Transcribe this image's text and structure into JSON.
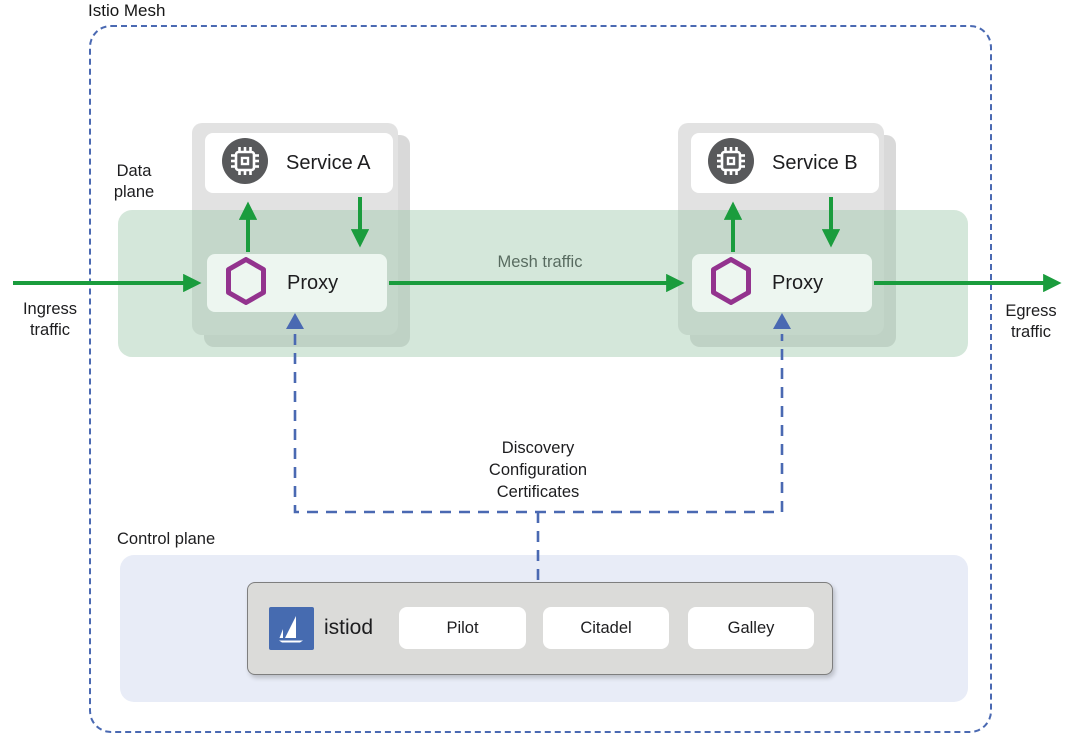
{
  "title": "Istio Mesh",
  "labels": {
    "data_plane": [
      "Data",
      "plane"
    ],
    "control_plane": "Control plane",
    "ingress": [
      "Ingress",
      "traffic"
    ],
    "egress": [
      "Egress",
      "traffic"
    ],
    "mesh_traffic": "Mesh traffic",
    "control_channel": [
      "Discovery",
      "Configuration",
      "Certificates"
    ]
  },
  "pods": [
    {
      "service_label": "Service A",
      "proxy_label": "Proxy",
      "service_icon": "chip-icon",
      "proxy_icon": "envoy-hexagon-icon"
    },
    {
      "service_label": "Service B",
      "proxy_label": "Proxy",
      "service_icon": "chip-icon",
      "proxy_icon": "envoy-hexagon-icon"
    }
  ],
  "istiod": {
    "label": "istiod",
    "icon": "istio-logo-icon",
    "components": [
      "Pilot",
      "Citadel",
      "Galley"
    ]
  },
  "colors": {
    "traffic_arrow_green": "#1a9c3d",
    "control_dashed_blue": "#4a69b2",
    "envoy_purple": "#93338e",
    "istio_brand_blue": "#466bb0",
    "data_plane_band": "#d3e7da",
    "control_plane_panel": "#e8ecf7",
    "pod_card_gray": "#e2e2e2",
    "istiod_box_gray": "#dbdbd9",
    "service_icon_gray": "#58595b"
  }
}
